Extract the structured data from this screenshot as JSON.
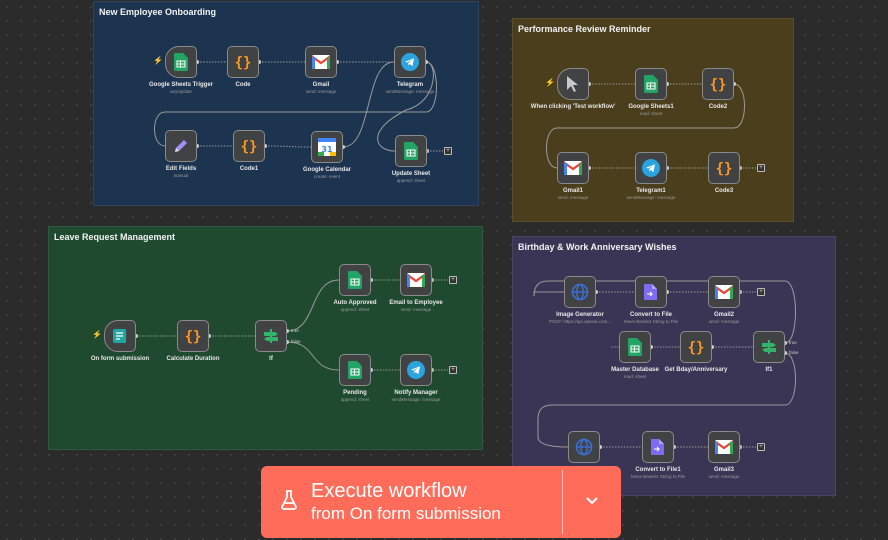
{
  "groups": [
    {
      "title": "New Employee Onboarding",
      "color": "#1d3450"
    },
    {
      "title": "Performance Review Reminder",
      "color": "#4a3e1c"
    },
    {
      "title": "Leave Request Management",
      "color": "#1f4a30"
    },
    {
      "title": "Birthday & Work Anniversary Wishes",
      "color": "#3a3555"
    }
  ],
  "nodes": {
    "gsheets_trigger": {
      "label": "Google Sheets Trigger",
      "sub": "anyUpdate",
      "icon": "sheets-icon"
    },
    "code": {
      "label": "Code",
      "sub": "",
      "icon": "code-icon"
    },
    "gmail": {
      "label": "Gmail",
      "sub": "send: message",
      "icon": "gmail-icon"
    },
    "telegram": {
      "label": "Telegram",
      "sub": "sendMessage: message",
      "icon": "telegram-icon"
    },
    "edit_fields": {
      "label": "Edit Fields",
      "sub": "manual",
      "icon": "pencil-icon"
    },
    "code1": {
      "label": "Code1",
      "sub": "",
      "icon": "code-icon"
    },
    "gcalendar": {
      "label": "Google Calendar",
      "sub": "create: event",
      "icon": "calendar-icon"
    },
    "update_sheet": {
      "label": "Update Sheet",
      "sub": "append: sheet",
      "icon": "sheets-icon"
    },
    "manual_trigger": {
      "label": "When clicking 'Test workflow'",
      "sub": "",
      "icon": "cursor-icon"
    },
    "gsheets1": {
      "label": "Google Sheets1",
      "sub": "read: sheet",
      "icon": "sheets-icon"
    },
    "code2": {
      "label": "Code2",
      "sub": "",
      "icon": "code-icon"
    },
    "gmail1": {
      "label": "Gmail1",
      "sub": "send: message",
      "icon": "gmail-icon"
    },
    "telegram1": {
      "label": "Telegram1",
      "sub": "sendMessage: message",
      "icon": "telegram-icon"
    },
    "code3": {
      "label": "Code3",
      "sub": "",
      "icon": "code-icon"
    },
    "form_trigger": {
      "label": "On form submission",
      "sub": "",
      "icon": "form-icon"
    },
    "calc_duration": {
      "label": "Calculate Duration",
      "sub": "",
      "icon": "code-icon"
    },
    "if": {
      "label": "If",
      "sub": "",
      "icon": "if-icon"
    },
    "auto_approved": {
      "label": "Auto Approved",
      "sub": "append: sheet",
      "icon": "sheets-icon"
    },
    "email_employee": {
      "label": "Email to Employee",
      "sub": "send: message",
      "icon": "gmail-icon"
    },
    "pending": {
      "label": "Pending",
      "sub": "append: sheet",
      "icon": "sheets-icon"
    },
    "notify_manager": {
      "label": "Notify Manager",
      "sub": "sendMessage: message",
      "icon": "telegram-icon"
    },
    "image_gen": {
      "label": "Image Generator",
      "sub": "POST: https://api.openai.com...",
      "icon": "globe-icon"
    },
    "convert_file": {
      "label": "Convert to File",
      "sub": "Move Base64 String to File",
      "icon": "file-icon"
    },
    "gmail2": {
      "label": "Gmail2",
      "sub": "send: message",
      "icon": "gmail-icon"
    },
    "master_db": {
      "label": "Master Database",
      "sub": "read: sheet",
      "icon": "sheets-icon"
    },
    "get_bday": {
      "label": "Get Bday/Anniversary",
      "sub": "",
      "icon": "code-icon"
    },
    "if1": {
      "label": "If1",
      "sub": "",
      "icon": "if-icon"
    },
    "http2": {
      "label": "",
      "sub": "",
      "icon": "globe-icon"
    },
    "convert_file1": {
      "label": "Convert to File1",
      "sub": "Move Base64 String to File",
      "icon": "file-icon"
    },
    "gmail3": {
      "label": "Gmail3",
      "sub": "send: message",
      "icon": "gmail-icon"
    }
  },
  "branch_labels": {
    "true": "true",
    "false": "false"
  },
  "plus_symbol": "+",
  "execute": {
    "line1": "Execute workflow",
    "line2": "from On form submission"
  },
  "colors": {
    "accent": "#ff6d5a",
    "node_bg": "#414244",
    "wire": "#9a9a9a",
    "sheets": "#21a464",
    "code": "#ff9922",
    "telegram": "#2aa3df",
    "http": "#3b6fd8",
    "if": "#32b46a",
    "form": "#1fa7a3"
  }
}
